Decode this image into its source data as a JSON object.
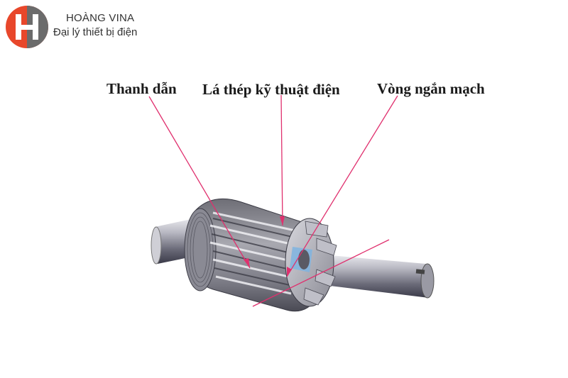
{
  "brand": {
    "name": "HOÀNG VINA",
    "tagline": "Đại lý thiết bị điện",
    "logo_color_primary": "#e8472b",
    "logo_color_secondary": "#6b6b6b"
  },
  "labels": {
    "thanh_dan": "Thanh dẫn",
    "la_thep": "Lá thép kỹ thuật điện",
    "vong_ngan_mach": "Vòng ngắn mạch"
  },
  "colors": {
    "pointer_line": "#e0306e",
    "steel_dark": "#4a4a52",
    "steel_mid": "#9a9aa2",
    "steel_light": "#d8d8de",
    "ring_accent": "#7fb4e0"
  }
}
